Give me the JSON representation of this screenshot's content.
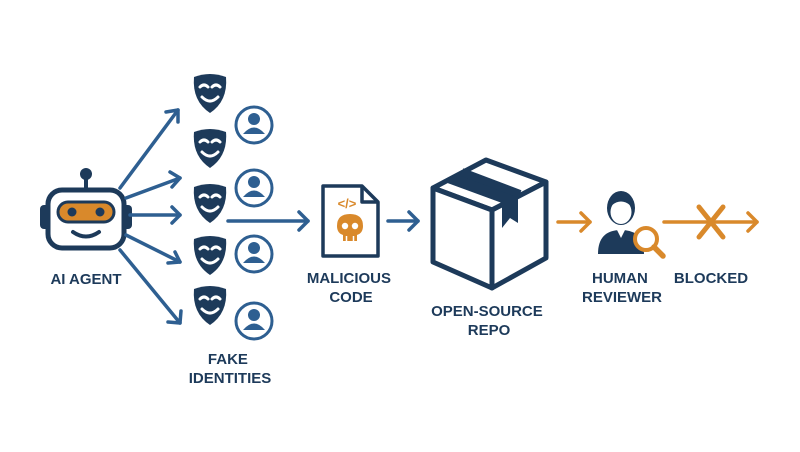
{
  "labels": {
    "ai_agent": "AI AGENT",
    "fake_identities": [
      "FAKE",
      "IDENTITIES"
    ],
    "malicious_code": [
      "MALICIOUS",
      "CODE"
    ],
    "repo": [
      "OPEN-SOURCE",
      "REPO"
    ],
    "human_reviewer": [
      "HUMAN",
      "REVIEWER"
    ],
    "blocked": "BLOCKED"
  },
  "file_icon_glyph": "</>",
  "colors": {
    "navy": "#1d3a5a",
    "blue": "#2e5f91",
    "orange": "#d9892b",
    "white": "#ffffff"
  }
}
